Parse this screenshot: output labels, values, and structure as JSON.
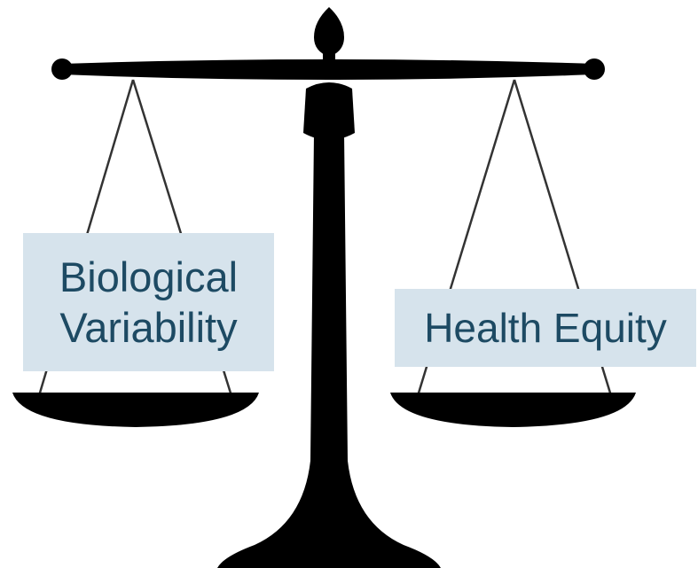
{
  "left_pan": {
    "label_lines": [
      "Biological",
      "Variability"
    ]
  },
  "right_pan": {
    "label": "Health Equity"
  },
  "colors": {
    "scale": "#000000",
    "label_background": "#d6e3ec",
    "label_text": "#1d4a63"
  }
}
